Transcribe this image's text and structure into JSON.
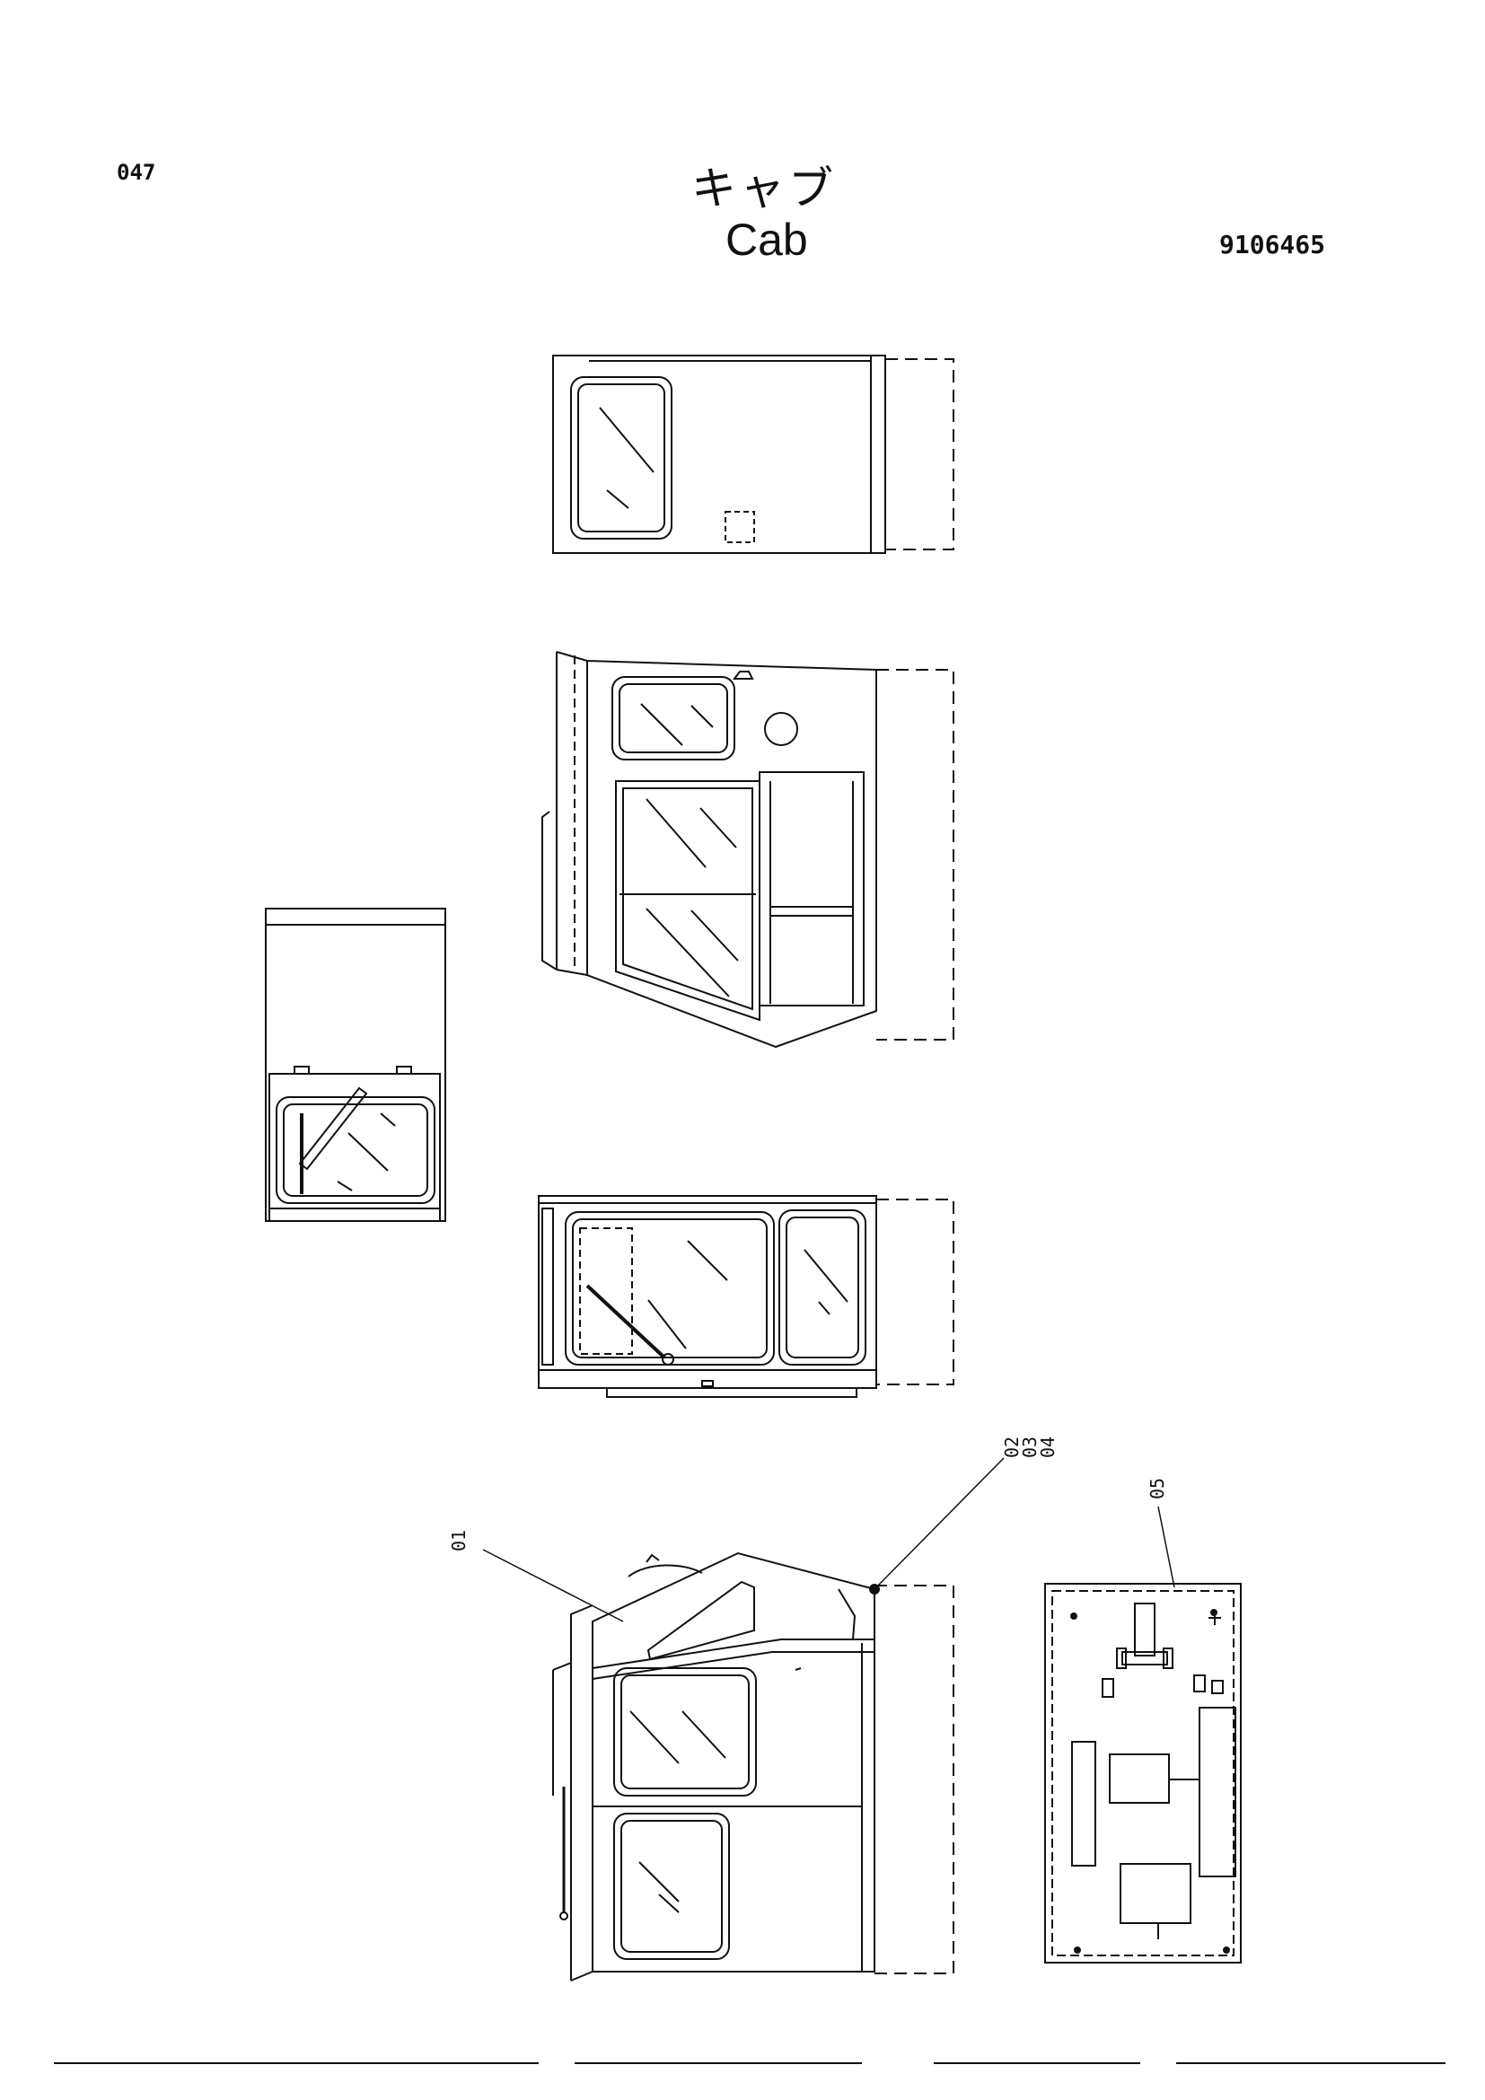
{
  "header": {
    "page_number": "047",
    "title_jp": "キャブ",
    "title_en": "Cab",
    "document_number": "9106465"
  },
  "callouts": {
    "c01": "01",
    "c02": "02",
    "c03": "03",
    "c04": "04",
    "c05": "05"
  },
  "colors": {
    "line": "#111111",
    "background": "#ffffff"
  }
}
